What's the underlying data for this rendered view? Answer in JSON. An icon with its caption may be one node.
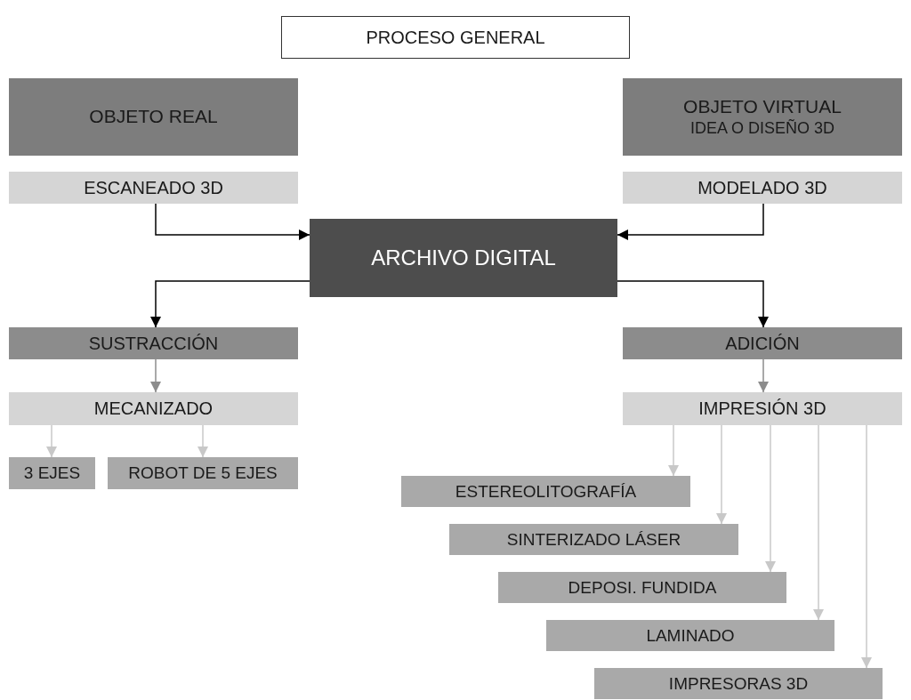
{
  "diagram": {
    "nodes": [
      {
        "text": [
          "PROCESO GENERAL"
        ]
      },
      {
        "text": [
          "OBJETO REAL"
        ]
      },
      {
        "text": [
          "ESCANEADO 3D"
        ]
      },
      {
        "text": [
          "OBJETO VIRTUAL",
          "IDEA O DISEÑO 3D"
        ]
      },
      {
        "text": [
          "MODELADO 3D"
        ]
      },
      {
        "text": [
          "ARCHIVO DIGITAL"
        ]
      },
      {
        "text": [
          "SUSTRACCIÓN"
        ]
      },
      {
        "text": [
          "ADICIÓN"
        ]
      },
      {
        "text": [
          "MECANIZADO"
        ]
      },
      {
        "text": [
          "IMPRESIÓN 3D"
        ]
      },
      {
        "text": [
          "3 EJES"
        ]
      },
      {
        "text": [
          "ROBOT DE 5 EJES"
        ]
      },
      {
        "text": [
          "ESTEREOLITOGRAFÍA"
        ]
      },
      {
        "text": [
          "SINTERIZADO LÁSER"
        ]
      },
      {
        "text": [
          "DEPOSI. FUNDIDA"
        ]
      },
      {
        "text": [
          "LAMINADO"
        ]
      },
      {
        "text": [
          "IMPRESORAS 3D"
        ]
      }
    ],
    "edges": [
      {
        "from": 2,
        "to": 5,
        "arrow": "to",
        "color": "#000000"
      },
      {
        "from": 4,
        "to": 5,
        "arrow": "to",
        "color": "#000000"
      },
      {
        "from": 5,
        "to": 6,
        "arrow": "to",
        "color": "#000000"
      },
      {
        "from": 5,
        "to": 7,
        "arrow": "to",
        "color": "#000000"
      },
      {
        "from": 6,
        "to": 8,
        "arrow": "to",
        "color": "#8c8c8c"
      },
      {
        "from": 7,
        "to": 9,
        "arrow": "to",
        "color": "#8c8c8c"
      },
      {
        "from": 8,
        "to": 10,
        "arrow": "to"
      },
      {
        "from": 8,
        "to": 11,
        "arrow": "to"
      },
      {
        "from": 9,
        "to": 12,
        "arrow": "to"
      },
      {
        "from": 9,
        "to": 13,
        "arrow": "to"
      },
      {
        "from": 9,
        "to": 14,
        "arrow": "to"
      },
      {
        "from": 9,
        "to": 15,
        "arrow": "to"
      },
      {
        "from": 9,
        "to": 16,
        "arrow": "to"
      }
    ]
  }
}
